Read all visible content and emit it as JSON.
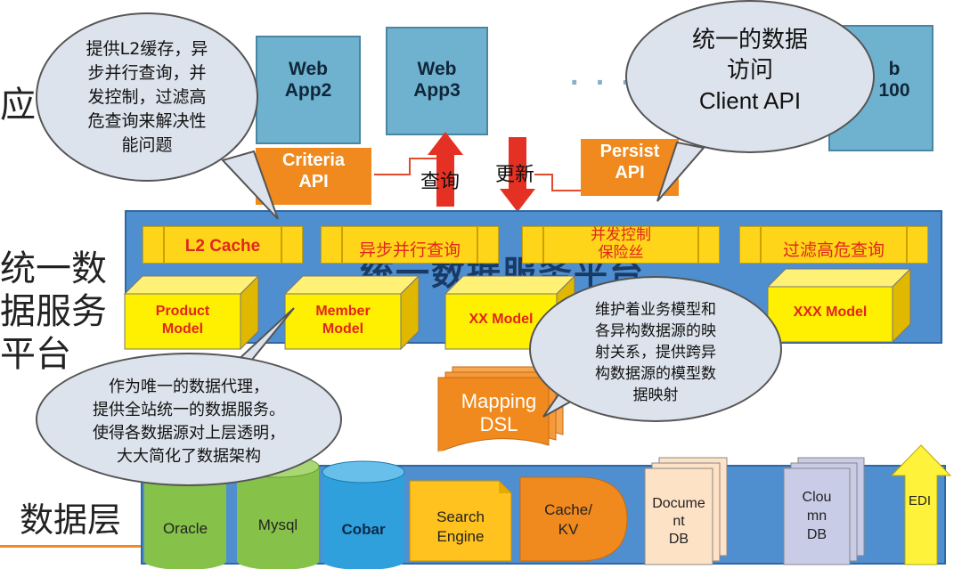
{
  "layers": {
    "app_label": "应",
    "platform_label": [
      "统一数",
      "据服务",
      "平台"
    ],
    "data_label": "数据层"
  },
  "apps": [
    {
      "line1": "Web",
      "line2": "App2"
    },
    {
      "line1": "Web",
      "line2": "App3"
    },
    {
      "line1": "b",
      "line2": "100"
    }
  ],
  "ellipsis": "· · ·",
  "apis": {
    "criteria": [
      "Criteria",
      "API"
    ],
    "persist": [
      "Persist",
      "API"
    ]
  },
  "arrows": {
    "query": "查询",
    "update": "更新"
  },
  "platform_title": "统一数据服务平台",
  "bands": {
    "l2": "L2 Cache",
    "async": "异步并行查询",
    "concurrency": [
      "并发控制",
      "保险丝"
    ],
    "filter": "过滤高危查询"
  },
  "models": {
    "product": [
      "Product",
      "Model"
    ],
    "member": [
      "Member",
      "Model"
    ],
    "xx": "XX Model",
    "xxx": "XXX Model"
  },
  "mapping": [
    "Mapping",
    "DSL"
  ],
  "callouts": {
    "top_left": [
      "提供L2缓存，异",
      "步并行查询，并",
      "发控制，过滤高",
      "危查询来解决性",
      "能问题"
    ],
    "top_right": [
      "统一的数据",
      "访问",
      "Client API"
    ],
    "middle_right": [
      "维护着业务模型和",
      "各异构数据源的映",
      "射关系，提供跨异",
      "构数据源的模型数",
      "据映射"
    ],
    "bottom_left": [
      "作为唯一的数据代理，",
      "提供全站统一的数据服务。",
      "使得各数据源对上层透明，",
      "大大简化了数据架构"
    ]
  },
  "datasources": {
    "oracle": "Oracle",
    "mysql": "Mysql",
    "cobar": "Cobar",
    "search": [
      "Search",
      "Engine"
    ],
    "cache": [
      "Cache/",
      "KV"
    ],
    "document": [
      "Docume",
      "nt",
      "DB"
    ],
    "column": [
      "Clou",
      "mn",
      "DB"
    ],
    "edi": "EDI"
  },
  "colors": {
    "app_blue": "#6fb2cf",
    "platform_blue": "#4f8fd0",
    "band_yellow": "#ffd51a",
    "orange": "#f08a1e",
    "green_db": "#86c24a",
    "cobar_blue": "#2fa0dc"
  }
}
